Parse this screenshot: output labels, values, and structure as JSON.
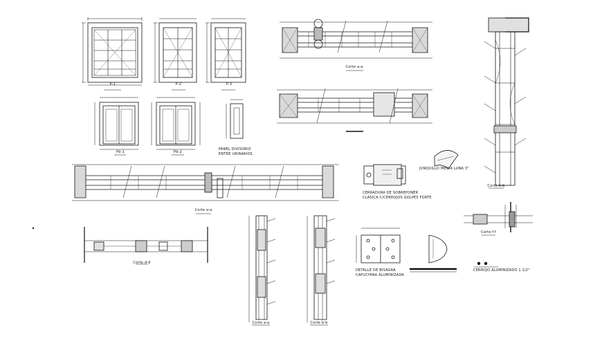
{
  "labels": {
    "elev_p1": "P-1",
    "elev_p2": "P-2",
    "elev_p3": "P-3",
    "elev_pb1": "Pb-1",
    "elev_pb2": "Pb-2",
    "panel_divisorio_1": "PANEL DIVISORIO",
    "panel_divisorio_2": "ENTRE URINARIOS",
    "corte_top": "Corte a-a",
    "corte_wide": "Corte a-a",
    "corte_bottom_left": "Corte d-d",
    "corte_vertical_1": "Corte a-a",
    "corte_vertical_2": "Corte b-b",
    "corte_tall_right": "Corte b-b",
    "corte_small_right": "Corte f-f",
    "junquillo": "JUNQUILLO MEDIA LUNA 3\"",
    "cerradura_1": "CERRADURA DE SOBREPONER",
    "cerradura_2": "CLASICA C/CERROJOS GOLPES FORTE",
    "bisagra_1": "DETALLE DE BISAGRA",
    "bisagra_2": "CAPUCHINA ALUMINIZADA",
    "cerrojo": "CERROJO ALUMINIZADO 1 1/2\""
  }
}
